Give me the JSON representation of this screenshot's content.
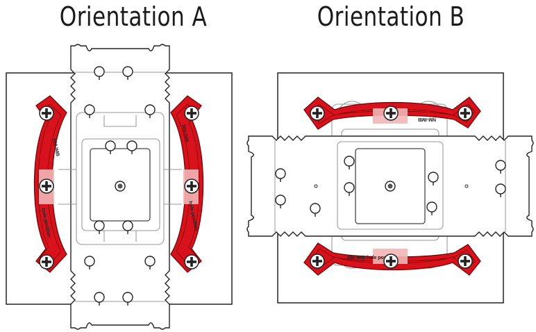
{
  "panels": {
    "a": {
      "title": "Orientation A"
    },
    "b": {
      "title": "Orientation B"
    }
  },
  "bracket_text": {
    "a_left_top": "NM-IMB",
    "a_left_bottom": "hole position",
    "a_right_top": "NM-IMB",
    "a_right_bottom": "hole position",
    "b_top": "NM-IMB",
    "b_bottom": "NM-IMB hole position"
  },
  "colors": {
    "bracket_red": "#d8121c",
    "bracket_dark": "#7a0000",
    "line": "#222222",
    "light_line": "#9a9a9a"
  }
}
